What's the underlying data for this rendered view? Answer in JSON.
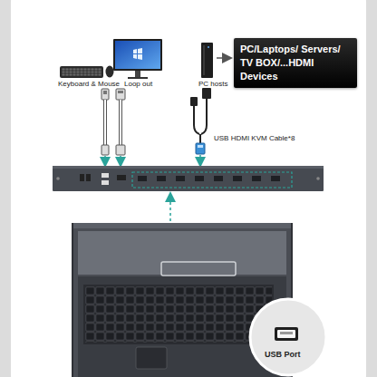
{
  "diagram": {
    "nodes": [
      {
        "text": [
          "PC/Laptops/ Servers/ TV BOX/...HDMI Devices"
        ]
      }
    ],
    "labels": [
      "Keyboard & Mouse",
      "Loop out",
      "PC hosts",
      "USB HDMI KVM Cable*8",
      "USB Port"
    ]
  }
}
